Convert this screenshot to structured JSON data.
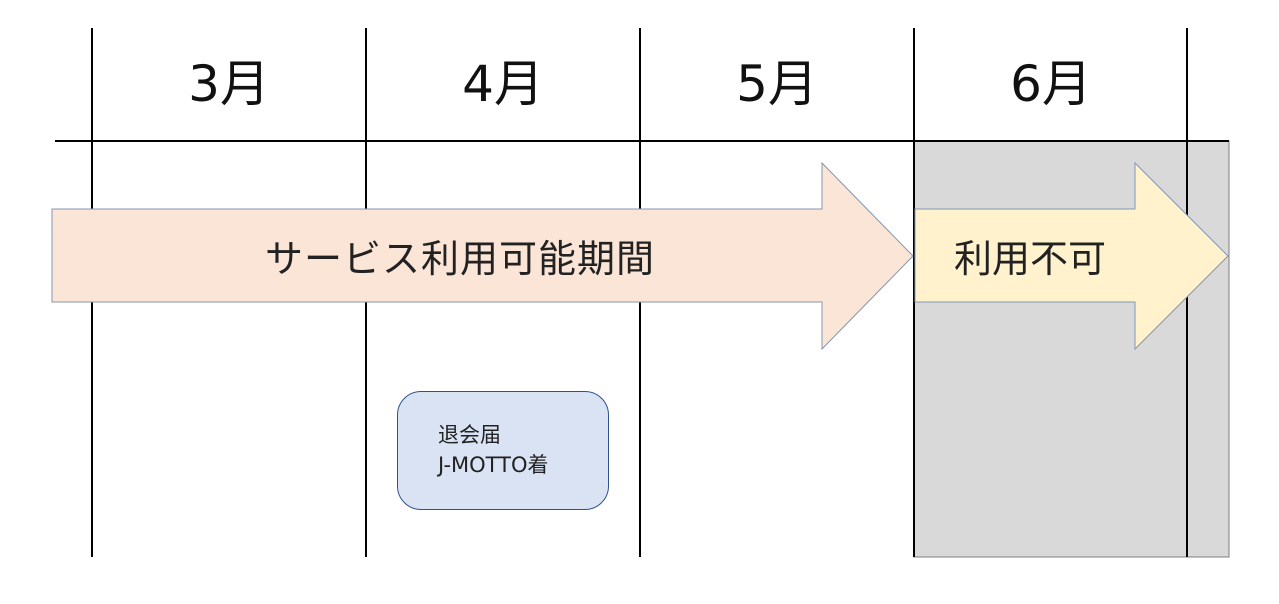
{
  "timeline": {
    "months": [
      "3月",
      "4月",
      "5月",
      "6月"
    ]
  },
  "arrows": {
    "service_period": {
      "label": "サービス利用可能期間",
      "fill": "#fbe5d6"
    },
    "unavailable": {
      "label": "利用不可",
      "fill": "#fff2cc"
    }
  },
  "unavailable_region": {
    "fill": "#d9d9d9"
  },
  "note": {
    "lines": [
      "退会届",
      "J-MOTTO着"
    ],
    "fill": "#dae3f3",
    "border": "#2f528f"
  }
}
